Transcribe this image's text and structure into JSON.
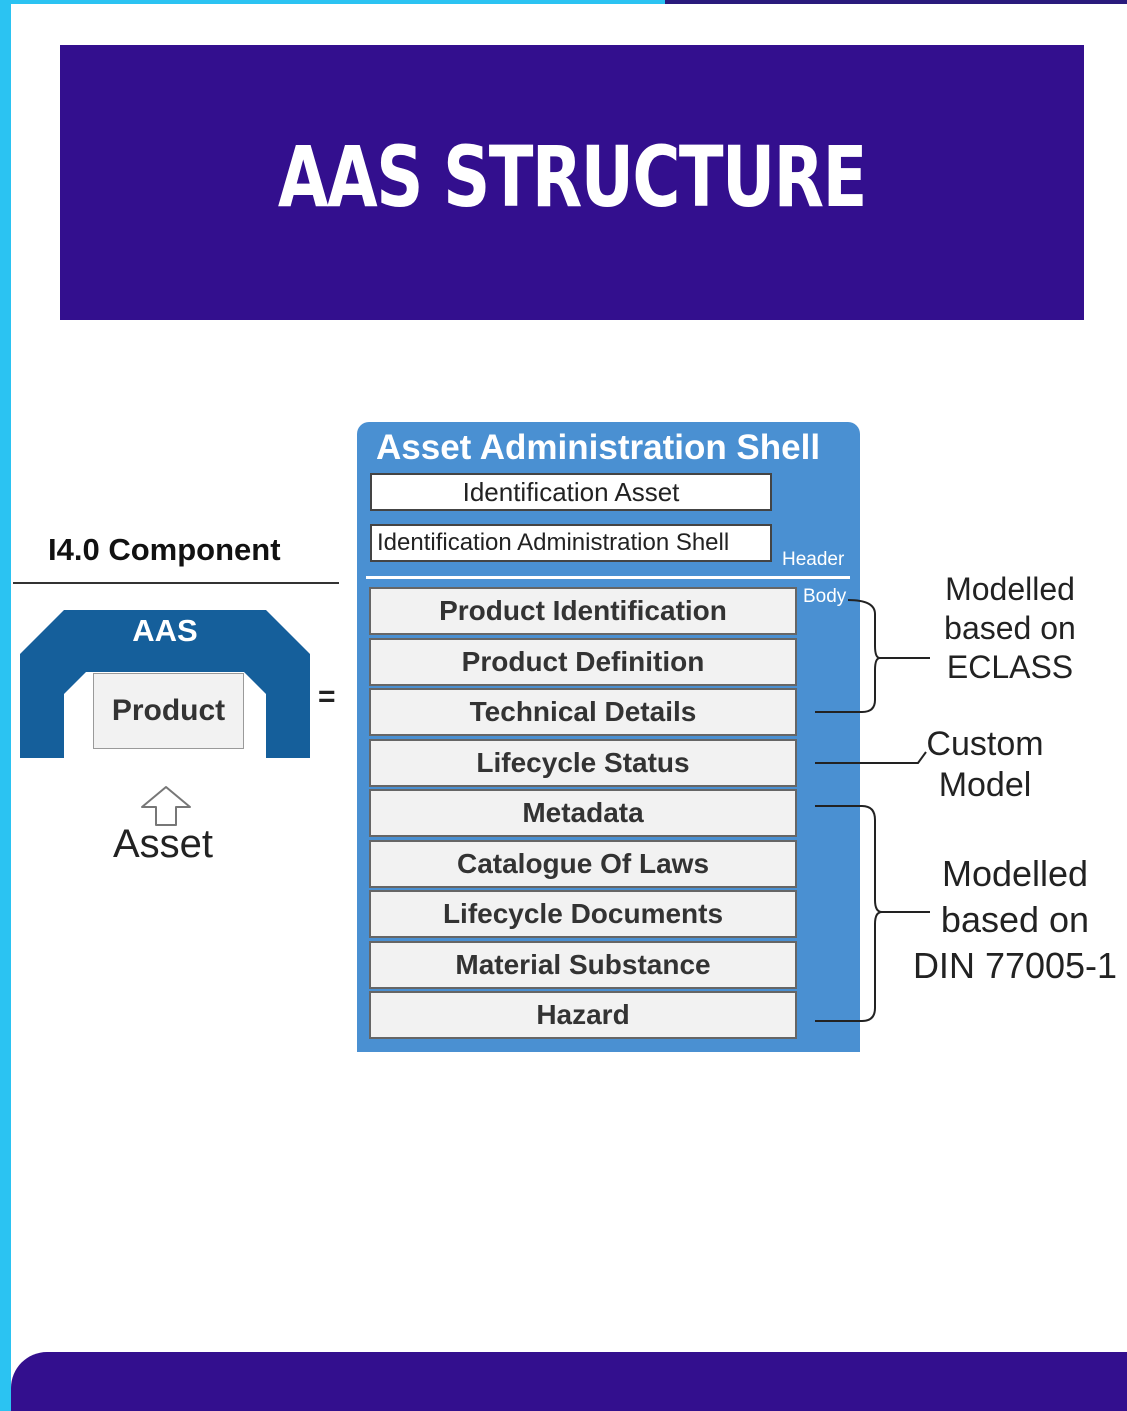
{
  "title": "AAS STRUCTURE",
  "colors": {
    "banner": "#330f8e",
    "accent_frame": "#2bc3f2",
    "shell_blue": "#4a90d2",
    "aas_arch": "#155f9b"
  },
  "component": {
    "heading": "I4.0 Component",
    "aas_label": "AAS",
    "product_label": "Product",
    "equals": "=",
    "asset_label": "Asset",
    "arrow_icon": "up-arrow-icon"
  },
  "shell": {
    "title": "Asset Administration Shell",
    "header_items": [
      "Identification Asset",
      "Identification Administration Shell"
    ],
    "header_tag": "Header",
    "body_tag": "Body",
    "body_items": [
      "Product Identification",
      "Product Definition",
      "Technical Details",
      "Lifecycle Status",
      "Metadata",
      "Catalogue Of Laws",
      "Lifecycle Documents",
      "Material Substance",
      "Hazard"
    ]
  },
  "annotations": {
    "eclass": [
      "Modelled",
      "based on",
      "ECLASS"
    ],
    "custom": [
      "Custom",
      "Model"
    ],
    "din": [
      "Modelled",
      "based on",
      "DIN 77005-1"
    ]
  }
}
